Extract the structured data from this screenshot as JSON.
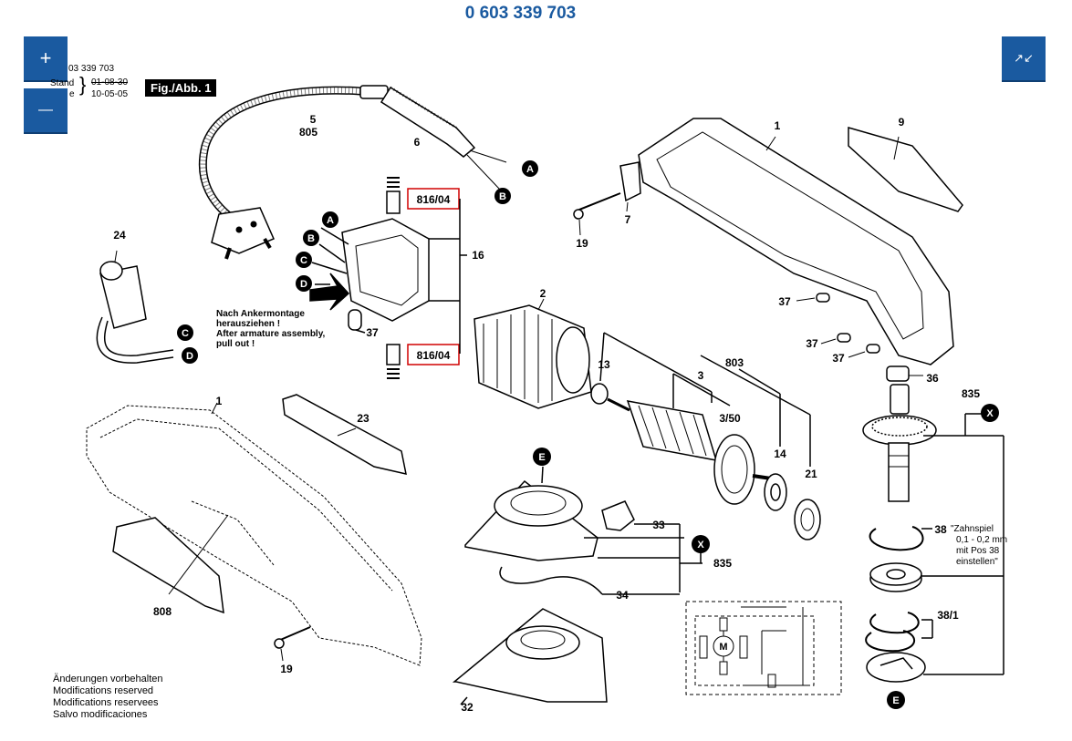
{
  "header": {
    "title": "0 603 339 703"
  },
  "controls": {
    "zoom_in_label": "+",
    "zoom_out_label": "—",
    "collapse_label": "↗↙"
  },
  "sheet": {
    "part_number_fragment": "03 339 703",
    "stand_label": "Stand",
    "stand_label_2": "e",
    "date_old": "01-08-30",
    "date_new": "10-05-05",
    "figure_label": "Fig./Abb. 1"
  },
  "notes": {
    "pull_out_de_1": "Nach Ankermontage",
    "pull_out_de_2": "herausziehen !",
    "pull_out_en_1": "After armature assembly,",
    "pull_out_en_2": "pull out !",
    "gear_play_1": "\"Zahnspiel",
    "gear_play_2": "0,1 - 0,2 mm",
    "gear_play_3": "mit Pos 38",
    "gear_play_4": "einstellen\""
  },
  "footer": {
    "line_de": "Änderungen vorbehalten",
    "line_en": "Modifications reserved",
    "line_fr": "Modifications reservees",
    "line_es": "Salvo modificaciones"
  },
  "callouts": {
    "p1_top": "1",
    "p9": "9",
    "p5": "5",
    "p805": "805",
    "p6": "6",
    "p816a": "816/04",
    "p816b": "816/04",
    "p16": "16",
    "p7": "7",
    "p19_top": "19",
    "p24": "24",
    "p37_mid": "37",
    "p2": "2",
    "p37_a": "37",
    "p37_b": "37",
    "p37_c": "37",
    "p36": "36",
    "p13": "13",
    "p803": "803",
    "p3": "3",
    "p350": "3/50",
    "p835_top": "835",
    "p14": "14",
    "p21": "21",
    "p1_low": "1",
    "p23": "23",
    "p808": "808",
    "p19_low": "19",
    "p33": "33",
    "p835_mid": "835",
    "p34": "34",
    "p32": "32",
    "p38": "38",
    "p38_1": "38/1"
  },
  "markers": {
    "a": "A",
    "b": "B",
    "c": "C",
    "d": "D",
    "e": "E",
    "x": "X",
    "m": "M"
  }
}
